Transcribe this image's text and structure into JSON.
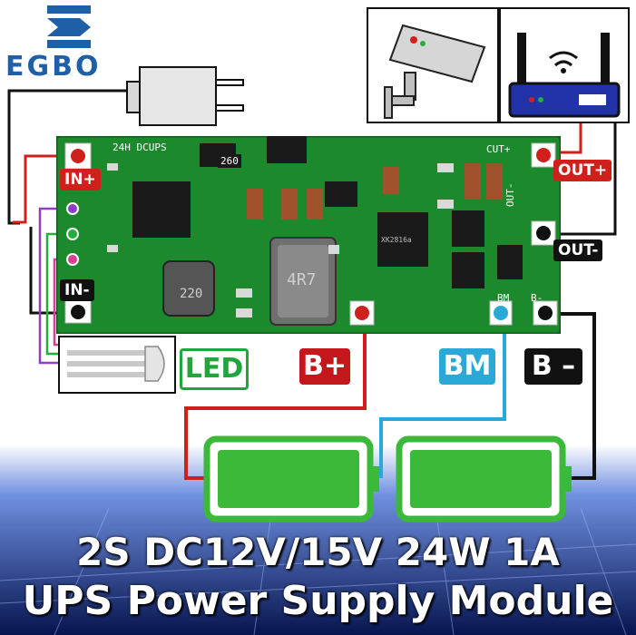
{
  "brand": {
    "logo_text": "EGBO"
  },
  "board": {
    "silk_title": "24H DCUPS",
    "silk_out_plus": "CUT+",
    "silk_out_minus": "OUT-",
    "silk_bm": "BM",
    "silk_b_minus": "B-",
    "inductor_small": "220",
    "inductor_large": "4R7",
    "resistor_top": "260",
    "chip_label": "XK2816a"
  },
  "pins": {
    "in_plus": "IN+",
    "in_minus": "IN-",
    "out_plus": "OUT+",
    "out_minus": "OUT-"
  },
  "labels": {
    "led": "LED",
    "b_plus": "B+",
    "bm": "BM",
    "b_minus": "B –"
  },
  "banner": {
    "line1": "2S DC12V/15V 24W 1A",
    "line2": "UPS Power Supply Module"
  },
  "colors": {
    "pcb_green": "#1c8a2c",
    "wire_red": "#d0201c",
    "wire_blue": "#2aa9d8",
    "wire_black": "#111111",
    "battery_green": "#3cb83a",
    "banner_blue": "#0b2a8a",
    "logo_blue": "#1f5fa8"
  }
}
